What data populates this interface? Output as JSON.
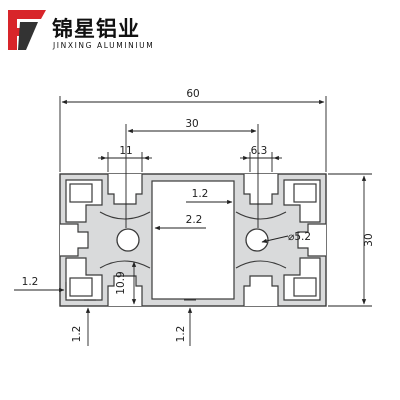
{
  "brand": {
    "name_cn": "锦星铝业",
    "name_en": "JINXING ALUMINIUM",
    "logo_mark": "stylized-letter-f-logo",
    "colors": {
      "red": "#d8252a",
      "dark": "#333333"
    }
  },
  "drawing": {
    "colors": {
      "profile_fill": "#d9dadb",
      "profile_stroke": "#3a3a3a",
      "line": "#222222"
    },
    "dimensions": {
      "overall_width": "60",
      "overall_height": "30",
      "slot_spacing": "30",
      "slot_opening": "11",
      "slot_detail": "6.3",
      "wall_upper": "1.2",
      "inner_wall": "2.2",
      "bore_diameter": "⌀5.2",
      "wall_left": "1.2",
      "slot_depth": "10.9",
      "bottom_wall_left": "1.2",
      "bottom_wall_center": "1.2"
    }
  }
}
